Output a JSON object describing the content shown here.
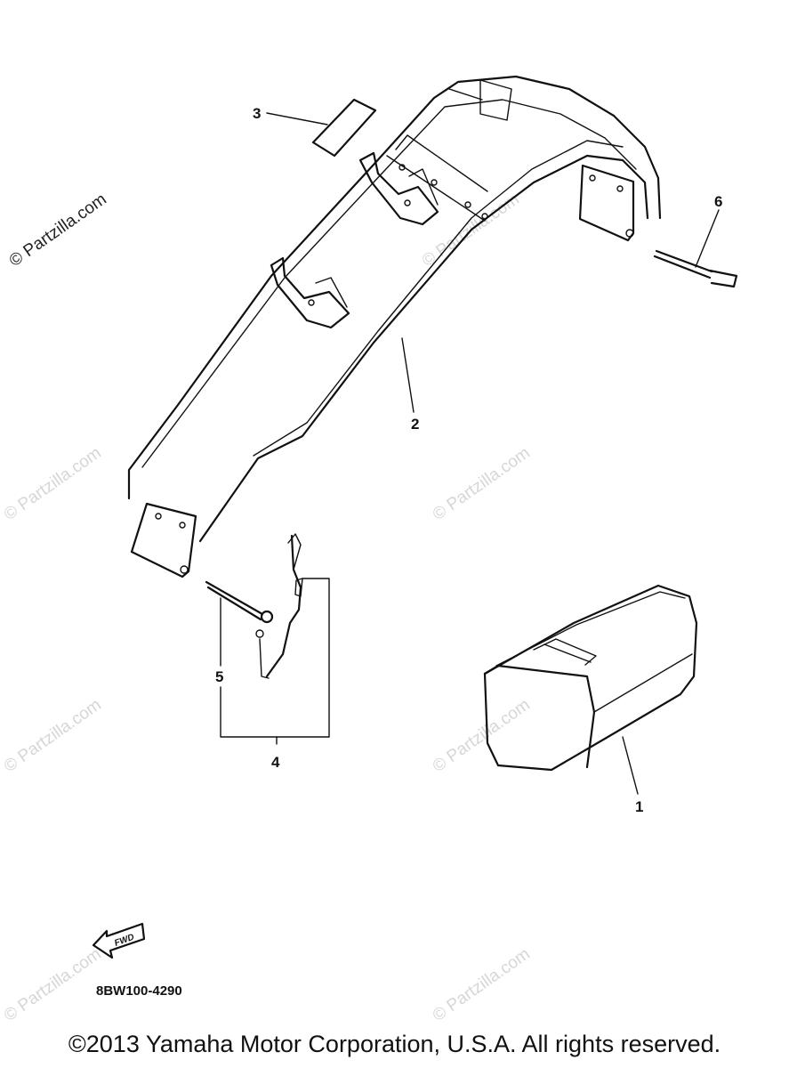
{
  "watermark": "© Partzilla.com",
  "callouts": {
    "c1": "1",
    "c2": "2",
    "c3": "3",
    "c4": "4",
    "c5": "5",
    "c6": "6"
  },
  "fwd_label": "FWD",
  "diagram_code": "8BW100-4290",
  "copyright": "©2013 Yamaha Motor Corporation, U.S.A. All rights reserved."
}
